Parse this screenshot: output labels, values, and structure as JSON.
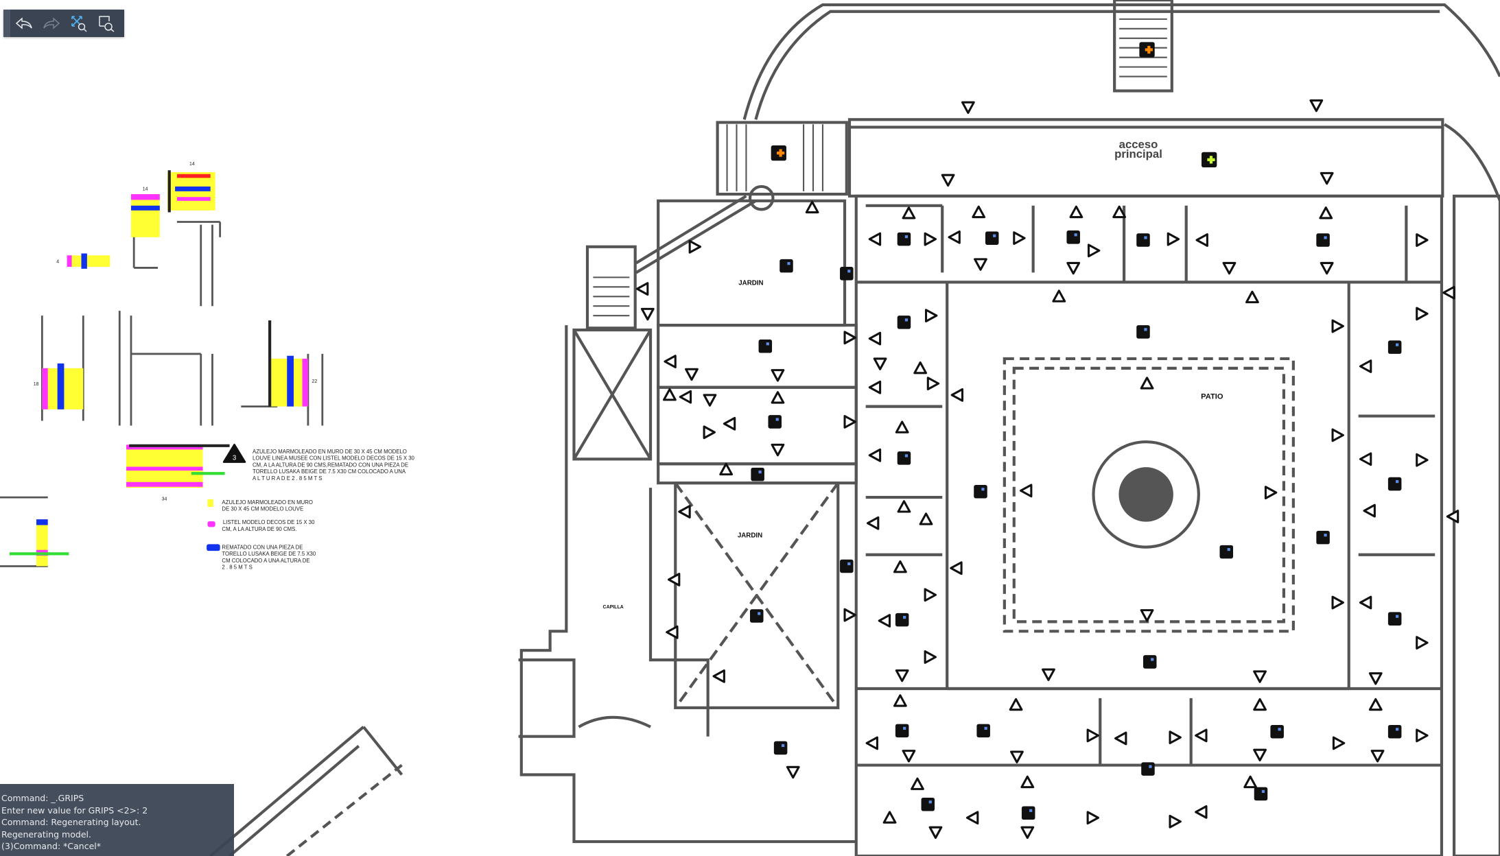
{
  "toolbar": {
    "items": [
      {
        "name": "undo",
        "icon": "undo-arrow-icon",
        "enabled": true
      },
      {
        "name": "redo",
        "icon": "redo-arrow-icon",
        "enabled": false
      },
      {
        "name": "zoom-extents",
        "icon": "zoom-extents-icon",
        "enabled": true
      },
      {
        "name": "zoom-window",
        "icon": "zoom-window-icon",
        "enabled": true
      }
    ],
    "background": "#3b4453",
    "accent": "#4fb3f0"
  },
  "command_history": [
    "Command: _.GRIPS",
    "Enter new value for GRIPS <2>: 2",
    "Command: Regenerating layout.",
    "Regenerating model.",
    "(3)Command: *Cancel*"
  ],
  "drawing": {
    "labels": {
      "acceso_line1": "acceso",
      "acceso_line2": "principal",
      "jardin_top": "JARDIN",
      "jardin_bottom": "JARDIN",
      "patio": "PATIO",
      "capilla": "CAPILLA"
    },
    "dimensions": [
      "14",
      "14",
      "4",
      "18",
      "22",
      "34"
    ],
    "note_marker": "3",
    "note_text": [
      "AZULEJO MARMOLEADO EN MURO DE 30 X 45 CM MODELO",
      "LOUVE LINEA MUSEE CON LISTEL MODELO DECOS DE 15 X 30",
      "CM, A LA ALTURA DE 90 CMS,REMATADO CON  UNA PIEZA DE",
      "TORELLO LUSAKA BEIGE DE 7.5 X30 CM COLOCADO A UNA",
      "A  L  T  U  R  A     D  E     2  .  8  5     M  T  S"
    ],
    "legend": [
      {
        "color": "#ffff33",
        "lines": [
          "AZULEJO MARMOLEADO EN MURO",
          "DE 30 X 45 CM MODELO LOUVE"
        ]
      },
      {
        "color": "#ff33ff",
        "lines": [
          "LISTEL MODELO DECOS DE 15 X 30",
          "CM, A LA ALTURA DE 90 CMS."
        ]
      },
      {
        "color": "#1133ee",
        "lines": [
          "REMATADO CON  UNA PIEZA DE",
          "TORELLO LUSAKA BEIGE DE 7.5 X30",
          "CM COLOCADO A UNA ALTURA DE",
          "2   .   8   5         M   T   S"
        ]
      }
    ],
    "colors": {
      "wall": "#555555",
      "tile": "#ffff33",
      "listel": "#ff33ff",
      "remate": "#1133ee",
      "guide": "#33dd33",
      "exit_sign": "#ff8800",
      "first_aid": "#c8ff33"
    }
  }
}
